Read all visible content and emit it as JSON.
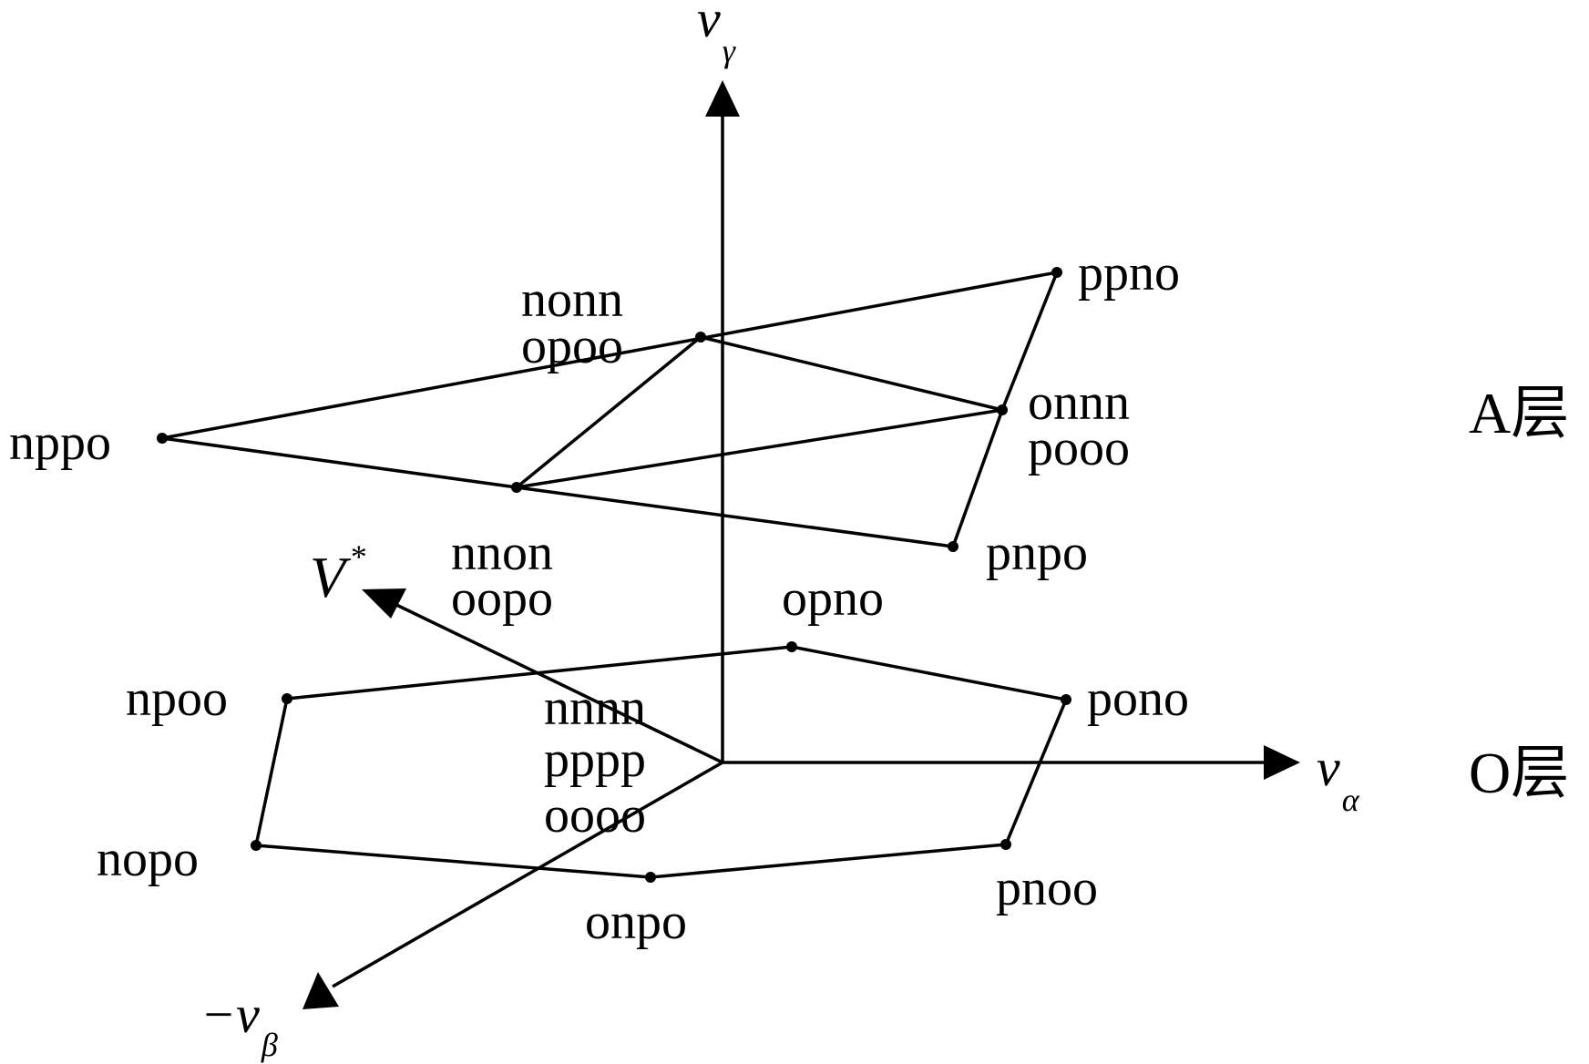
{
  "axes": {
    "gamma": {
      "main": "v",
      "sub": "γ"
    },
    "alpha": {
      "main": "v",
      "sub": "α"
    },
    "beta": {
      "main": "−v",
      "sub": "β"
    },
    "reference": {
      "main": "V",
      "sup": "*"
    }
  },
  "layers": {
    "a_layer": "A层",
    "o_layer": "O层"
  },
  "vertices": {
    "nonn_opoo": [
      "nonn",
      "opoo"
    ],
    "ppno": [
      "ppno"
    ],
    "nppo": [
      "nppo"
    ],
    "onnn_pooo": [
      "onnn",
      "pooo"
    ],
    "nnon_oopo": [
      "nnon",
      "oopo"
    ],
    "pnpo": [
      "pnpo"
    ],
    "opno": [
      "opno"
    ],
    "npoo": [
      "npoo"
    ],
    "pono": [
      "pono"
    ],
    "origin": [
      "nnnn",
      "pppp",
      "oooo"
    ],
    "nopo": [
      "nopo"
    ],
    "pnoo": [
      "pnoo"
    ],
    "onpo": [
      "onpo"
    ]
  }
}
